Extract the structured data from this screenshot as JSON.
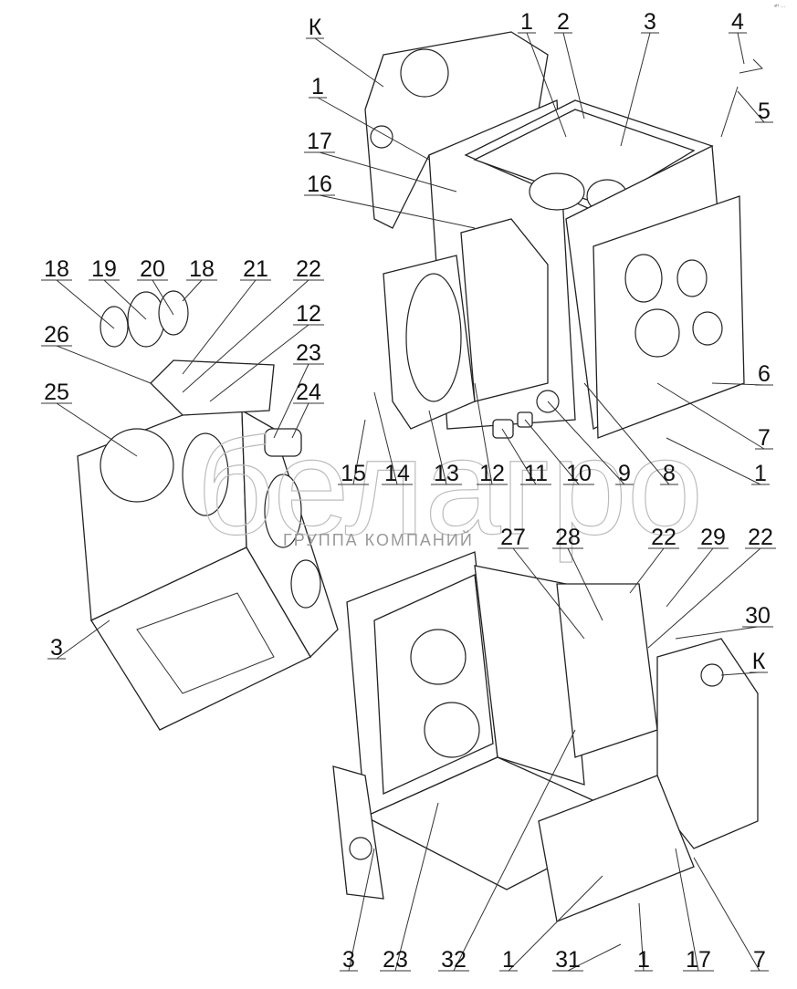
{
  "diagram": {
    "corner_mark": "ᵃᴴ ···",
    "watermark": {
      "brand": "белагро",
      "subtitle": "ГРУППА КОМПАНИЙ"
    },
    "callouts": [
      "К",
      "1",
      "2",
      "3",
      "4",
      "1",
      "5",
      "17",
      "16",
      "18",
      "19",
      "20",
      "18",
      "21",
      "22",
      "12",
      "26",
      "23",
      "25",
      "24",
      "6",
      "7",
      "15",
      "14",
      "13",
      "12",
      "11",
      "10",
      "9",
      "8",
      "1",
      "27",
      "28",
      "22",
      "29",
      "22",
      "30",
      "К",
      "3",
      "3",
      "23",
      "32",
      "1",
      "31",
      "1",
      "17",
      "7"
    ]
  }
}
